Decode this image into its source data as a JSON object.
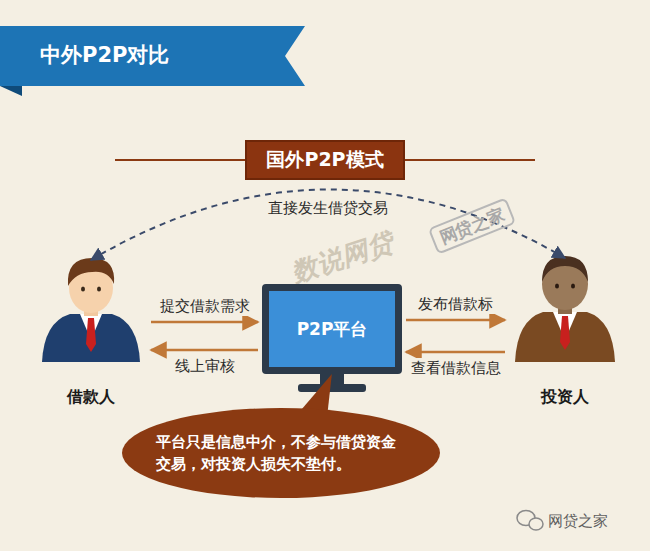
{
  "diagram": {
    "title": "中外P2P对比",
    "nodes": [
      {
        "text": [
          "国外P2P模式"
        ]
      },
      {
        "text": [
          "借款人"
        ]
      },
      {
        "text": [
          "P2P平台"
        ]
      },
      {
        "text": [
          "投资人"
        ]
      },
      {
        "text": [
          "平台只是信息中介，不参与借贷资金交易，对投资人损失不垫付。"
        ]
      }
    ],
    "edges": [
      {
        "from": 1,
        "to": 3,
        "label": "直接发生借贷交易",
        "arrow": "both"
      },
      {
        "from": 1,
        "to": 2,
        "label": "提交借款需求",
        "arrow": "to"
      },
      {
        "from": 2,
        "to": 1,
        "label": "线上审核",
        "arrow": "to"
      },
      {
        "from": 2,
        "to": 3,
        "label": "发布借款标",
        "arrow": "to"
      },
      {
        "from": 3,
        "to": 2,
        "label": "查看借款信息",
        "arrow": "to"
      }
    ],
    "labels": [
      "网贷之家",
      "数说网贷",
      "网贷之家"
    ]
  }
}
